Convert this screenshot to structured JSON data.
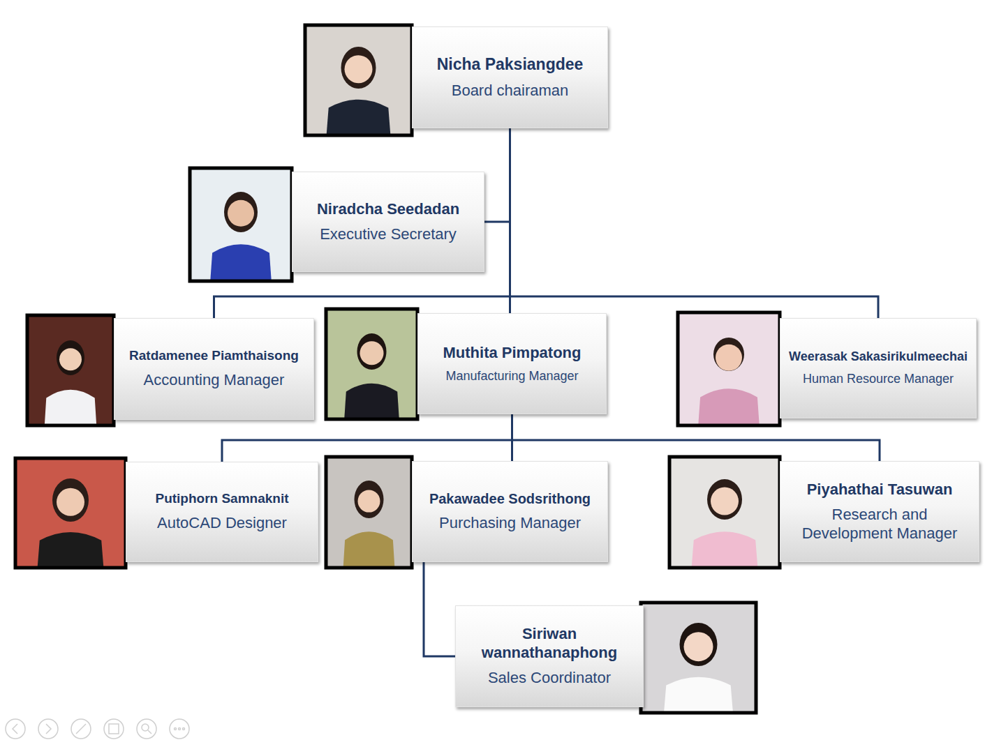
{
  "diagram": {
    "nodes": [
      {
        "text": [
          "Nicha Paksiangdee",
          "Board chairaman"
        ]
      },
      {
        "text": [
          "Niradcha Seedadan",
          "Executive Secretary"
        ]
      },
      {
        "text": [
          "Ratdamenee Piamthaisong",
          "Accounting Manager"
        ]
      },
      {
        "text": [
          "Muthita Pimpatong",
          "Manufacturing Manager"
        ]
      },
      {
        "text": [
          "Weerasak Sakasirikulmeechai",
          "Human Resource Manager"
        ]
      },
      {
        "text": [
          "Putiphorn Samnaknit",
          "AutoCAD Designer"
        ]
      },
      {
        "text": [
          "Pakawadee Sodsrithong",
          "Purchasing Manager"
        ]
      },
      {
        "text": [
          "Piyahathai Tasuwan",
          "Research and Development Manager"
        ]
      },
      {
        "text": [
          "Siriwan wannathanaphong",
          "Sales Coordinator"
        ]
      }
    ],
    "edges": [
      {
        "from": 0,
        "to": 1,
        "arrow": "none"
      },
      {
        "from": 0,
        "to": 2,
        "arrow": "none"
      },
      {
        "from": 0,
        "to": 3,
        "arrow": "none"
      },
      {
        "from": 0,
        "to": 4,
        "arrow": "none"
      },
      {
        "from": 3,
        "to": 5,
        "arrow": "none"
      },
      {
        "from": 3,
        "to": 6,
        "arrow": "none"
      },
      {
        "from": 3,
        "to": 7,
        "arrow": "none"
      },
      {
        "from": 6,
        "to": 8,
        "arrow": "none"
      }
    ]
  }
}
